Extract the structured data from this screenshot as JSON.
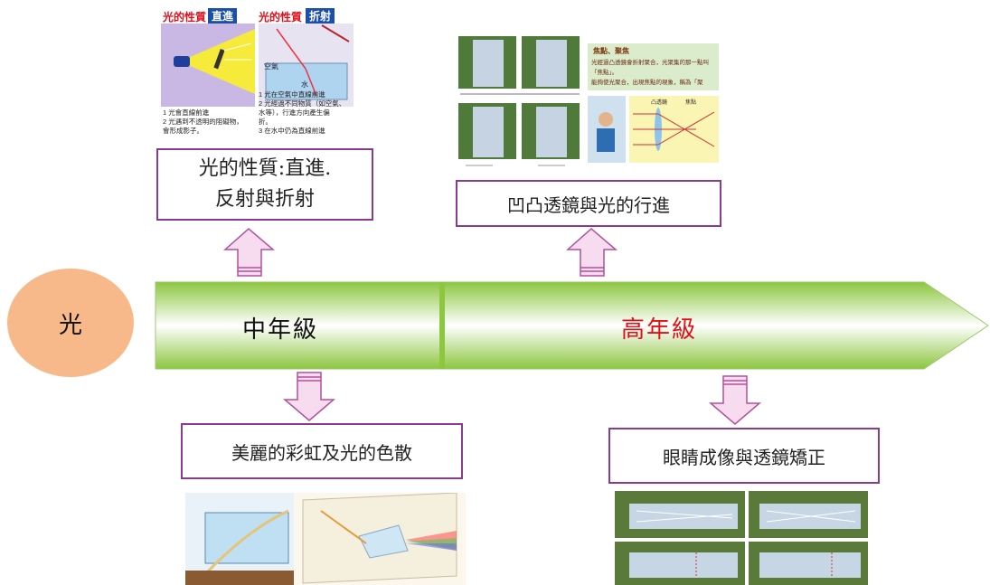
{
  "center": {
    "label": "光"
  },
  "timeline": {
    "stage_middle": "中年級",
    "stage_high": "高年級",
    "colors": {
      "arrow_light": "#ffffff",
      "arrow_green": "#8dc63f",
      "high_text": "#e0101b",
      "box_border": "#8a3b8f",
      "circle": "#f7b98a",
      "pointer_fill": "#f7dcef",
      "pointer_stroke": "#b0529c"
    }
  },
  "topics": {
    "light_properties": {
      "line1": "光的性質:直進.",
      "line2": "反射與折射"
    },
    "lens": {
      "label": "凹凸透鏡與光的行進"
    },
    "rainbow": {
      "label": "美麗的彩虹及光的色散"
    },
    "eye": {
      "label": "眼睛成像與透鏡矯正"
    }
  },
  "thumbnails": {
    "light_props": {
      "title_left_a": "光的性質",
      "title_left_b": "直進",
      "title_right_a": "光的性質",
      "title_right_b": "折射",
      "label_air": "空氣",
      "label_water": "水",
      "left_notes": [
        "1 光會直線前進",
        "2 光遇到不透明的阻礙物，",
        "會形成影子。"
      ],
      "right_notes": [
        "1 光在空氣中直線前進",
        "2 光經過不同物質（如空氣、",
        "水等），行進方向產生偏",
        "折。",
        "3 在水中仍為直線前進"
      ]
    },
    "lens_photos": {
      "note_title": "焦點、聚焦",
      "note_lines": [
        "光經過凸透鏡會折射聚合，光聚集的那一點叫「焦點」。",
        "能夠使光聚合，出現焦點的現象，稱為「聚焦」。"
      ],
      "diagram_label_convex": "凸透鏡",
      "diagram_label_focus": "焦點"
    }
  }
}
